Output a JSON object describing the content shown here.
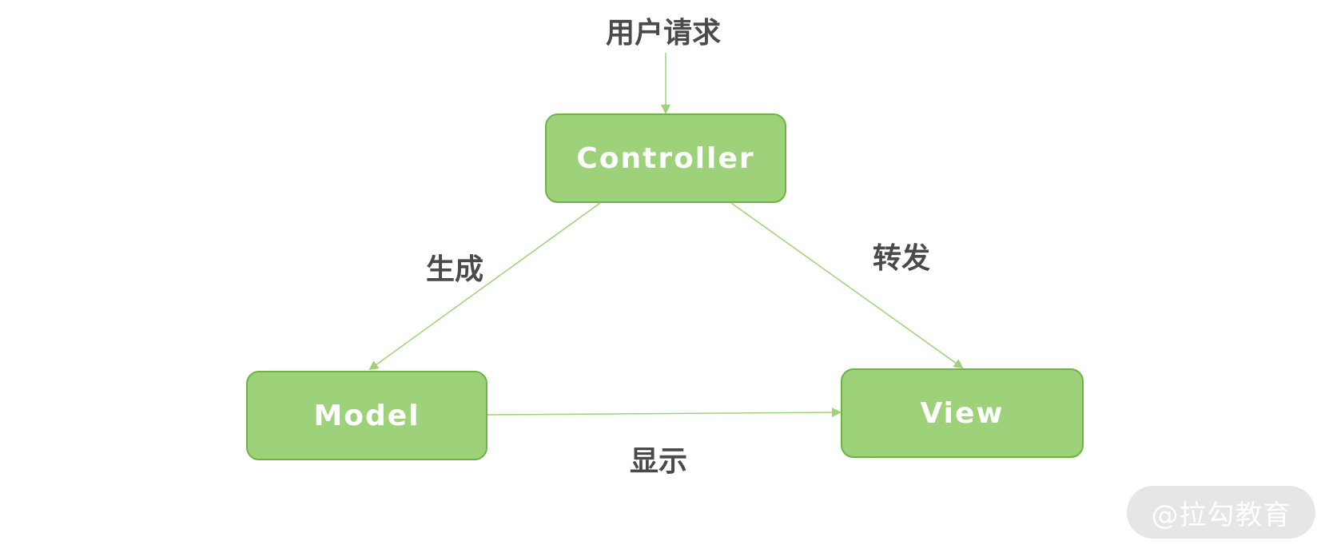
{
  "diagram": {
    "nodes": {
      "controller": "Controller",
      "model": "Model",
      "view": "View"
    },
    "edges": {
      "request": "用户请求",
      "generate": "生成",
      "forward": "转发",
      "display": "显示"
    },
    "colors": {
      "node_fill": "#9dd27b",
      "node_border": "#6eb443",
      "arrow": "#9dd27b",
      "label_text": "#4a4a4a"
    }
  },
  "watermark": {
    "text": "@拉勾教育"
  }
}
